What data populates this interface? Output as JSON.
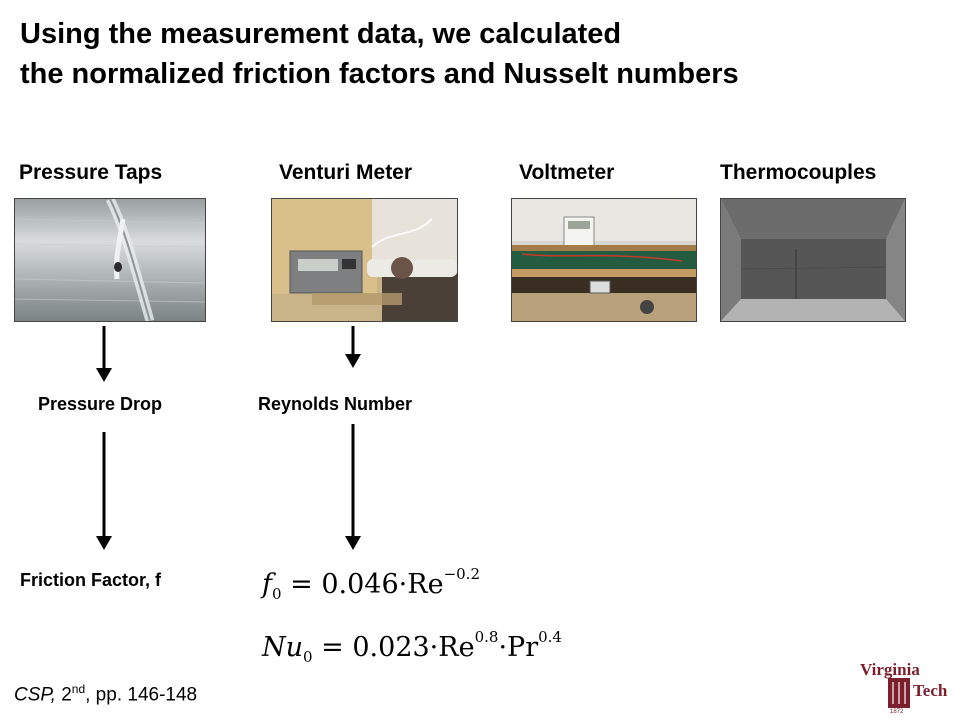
{
  "title": {
    "line1": "Using the measurement data, we calculated",
    "line2": "the normalized friction factors and Nusselt numbers"
  },
  "instruments": [
    {
      "label": "Pressure Taps",
      "photo": "pressure-taps-photo"
    },
    {
      "label": "Venturi Meter",
      "photo": "venturi-meter-photo"
    },
    {
      "label": "Voltmeter",
      "photo": "voltmeter-photo"
    },
    {
      "label": "Thermocouples",
      "photo": "thermocouples-photo"
    }
  ],
  "derived": {
    "pressure_drop": "Pressure Drop",
    "reynolds_number": "Reynolds Number",
    "friction_factor": "Friction Factor, f"
  },
  "equations": {
    "friction": {
      "lhs": "f",
      "lhs_sub": "0",
      "coef": "0.046",
      "re": "Re",
      "re_exp": "−0.2"
    },
    "nusselt": {
      "lhs": "Nu",
      "lhs_sub": "0",
      "coef": "0.023",
      "re": "Re",
      "re_exp": "0.8",
      "pr": "Pr",
      "pr_exp": "0.4"
    }
  },
  "citation": {
    "source": "CSP,",
    "edition_num": "2",
    "edition_suffix": "nd",
    "pages": ", pp. 146-148"
  },
  "logo": {
    "line1": "Virginia",
    "line2": "Tech",
    "year": "1872",
    "color": "#7a1f2b"
  }
}
